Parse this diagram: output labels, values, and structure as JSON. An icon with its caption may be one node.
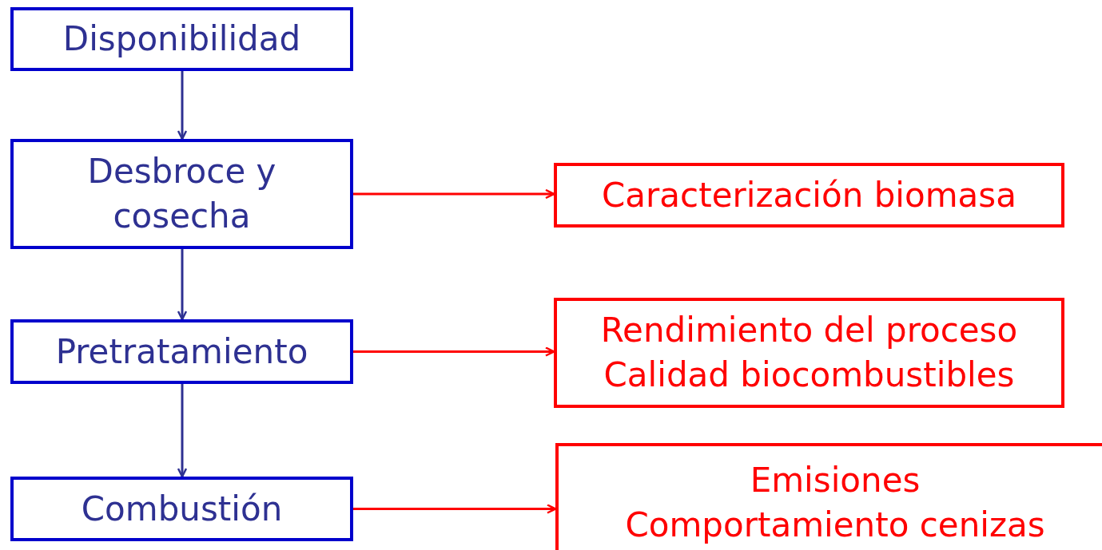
{
  "diagram": {
    "nodes": [
      {
        "text": [
          "Disponibilidad"
        ]
      },
      {
        "text": [
          "Desbroce y cosecha"
        ]
      },
      {
        "text": [
          "Pretratamiento"
        ]
      },
      {
        "text": [
          "Combustión"
        ]
      },
      {
        "text": [
          "Caracterización biomasa"
        ]
      },
      {
        "text": [
          "Rendimiento del proceso",
          "Calidad biocombustibles"
        ]
      },
      {
        "text": [
          "Emisiones",
          "Comportamiento cenizas"
        ]
      }
    ],
    "edges": [
      {
        "from": 0,
        "to": 1,
        "arrow": "to"
      },
      {
        "from": 1,
        "to": 2,
        "arrow": "to"
      },
      {
        "from": 2,
        "to": 3,
        "arrow": "to"
      },
      {
        "from": 1,
        "to": 4,
        "arrow": "to",
        "color": "#ff0000"
      },
      {
        "from": 2,
        "to": 5,
        "arrow": "to",
        "color": "#ff0000"
      },
      {
        "from": 3,
        "to": 6,
        "arrow": "to",
        "color": "#ff0000"
      }
    ]
  }
}
